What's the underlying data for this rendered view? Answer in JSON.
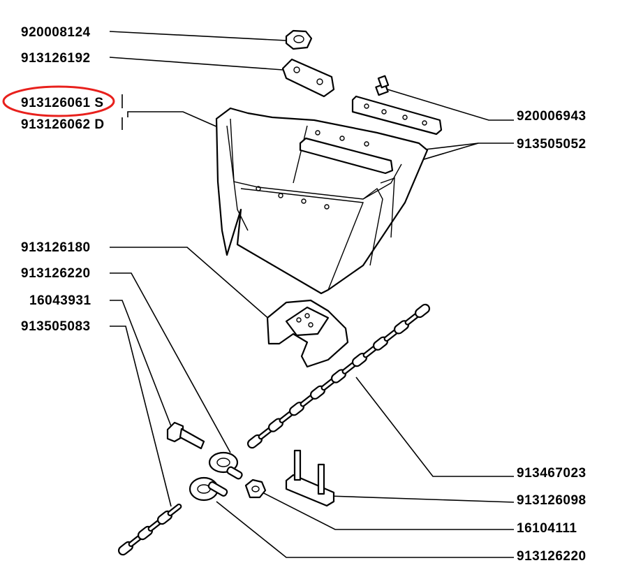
{
  "labels": {
    "nut_top": "920008124",
    "plate_small": "913126192",
    "bucket_left": "913126061 S",
    "bucket_right": "913126062 D",
    "stud_bolt": "920006943",
    "strip_plates": "913505052",
    "counterweight": "913126180",
    "shackle_upper": "913126220",
    "bolt": "16043931",
    "chain_short": "913505083",
    "chain_long": "913467023",
    "u_bolt_plate": "913126098",
    "nut_bottom": "16104111",
    "shackle_lower": "913126220"
  },
  "highlight": {
    "target": "bucket_left",
    "color": "#e8201c"
  }
}
